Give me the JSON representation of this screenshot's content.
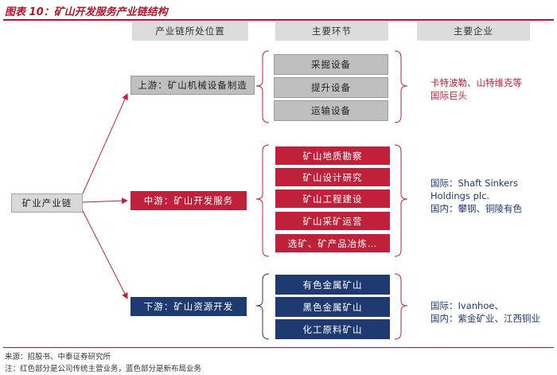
{
  "title": "图表 10：矿山开发服务产业链结构",
  "headers": {
    "col1": "产业链所处位置",
    "col2": "主要环节",
    "col3": "主要企业"
  },
  "root": "矿业产业链",
  "upstream": {
    "label": "上游：矿山机械设备制造",
    "steps": [
      "采掘设备",
      "提升设备",
      "运输设备"
    ],
    "companies_line1": "卡特波勒、山特维克等",
    "companies_line2": "国际巨头"
  },
  "midstream": {
    "label": "中游：矿山开发服务",
    "steps": [
      "矿山地质勘察",
      "矿山设计研究",
      "矿山工程建设",
      "矿山采矿运营",
      "选矿、矿产品冶炼…"
    ],
    "companies_line1": "国际：Shaft Sinkers",
    "companies_line2": "Holdings plc.",
    "companies_line3": "国内：攀钢、铜陵有色"
  },
  "downstream": {
    "label": "下游：矿山资源开发",
    "steps": [
      "有色金属矿山",
      "黑色金属矿山",
      "化工原料矿山"
    ],
    "companies_line1": "国际：Ivanhoe、",
    "companies_line2": "国内：紫金矿业、江西铜业"
  },
  "footer": {
    "source": "来源：招股书、中泰证券研究所",
    "note": "注：红色部分是公司传统主营业务，蓝色部分是新布局业务"
  },
  "colors": {
    "red": "#c0203a",
    "navy": "#1f3a70",
    "gray": "#bfbfbf"
  }
}
